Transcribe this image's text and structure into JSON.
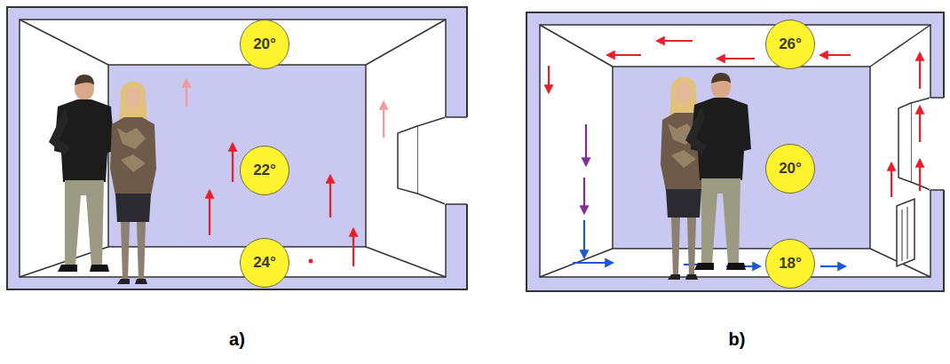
{
  "diagram": {
    "nodes": [
      {
        "text": [
          "20°"
        ]
      },
      {
        "text": [
          "22°"
        ]
      },
      {
        "text": [
          "24°"
        ]
      },
      {
        "text": [
          "26°"
        ]
      },
      {
        "text": [
          "20°"
        ]
      },
      {
        "text": [
          "18°"
        ]
      }
    ],
    "labels": [
      "a)",
      "b)"
    ]
  }
}
